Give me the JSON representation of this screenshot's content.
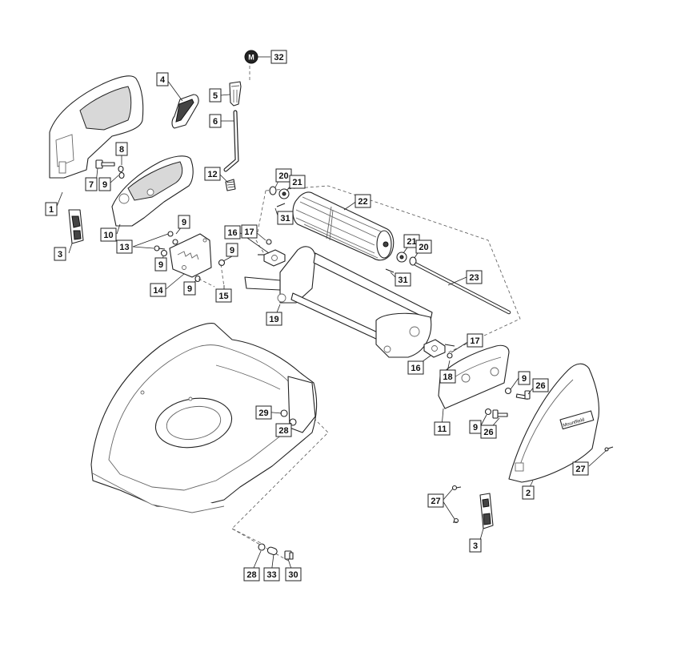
{
  "diagram": {
    "marker_symbol": "M",
    "brand_plate_text": "Mountfield",
    "callouts": [
      {
        "label": "32"
      },
      {
        "label": "4"
      },
      {
        "label": "5"
      },
      {
        "label": "6"
      },
      {
        "label": "12"
      },
      {
        "label": "1"
      },
      {
        "label": "8"
      },
      {
        "label": "7"
      },
      {
        "label": "9"
      },
      {
        "label": "10"
      },
      {
        "label": "3"
      },
      {
        "label": "9"
      },
      {
        "label": "13"
      },
      {
        "label": "9"
      },
      {
        "label": "14"
      },
      {
        "label": "9"
      },
      {
        "label": "9"
      },
      {
        "label": "15"
      },
      {
        "label": "20"
      },
      {
        "label": "21"
      },
      {
        "label": "22"
      },
      {
        "label": "31"
      },
      {
        "label": "17"
      },
      {
        "label": "16"
      },
      {
        "label": "21"
      },
      {
        "label": "20"
      },
      {
        "label": "31"
      },
      {
        "label": "23"
      },
      {
        "label": "19"
      },
      {
        "label": "17"
      },
      {
        "label": "16"
      },
      {
        "label": "18"
      },
      {
        "label": "9"
      },
      {
        "label": "26"
      },
      {
        "label": "11"
      },
      {
        "label": "9"
      },
      {
        "label": "26"
      },
      {
        "label": "27"
      },
      {
        "label": "2"
      },
      {
        "label": "29"
      },
      {
        "label": "28"
      },
      {
        "label": "27"
      },
      {
        "label": "3"
      },
      {
        "label": "28"
      },
      {
        "label": "33"
      },
      {
        "label": "30"
      }
    ]
  }
}
